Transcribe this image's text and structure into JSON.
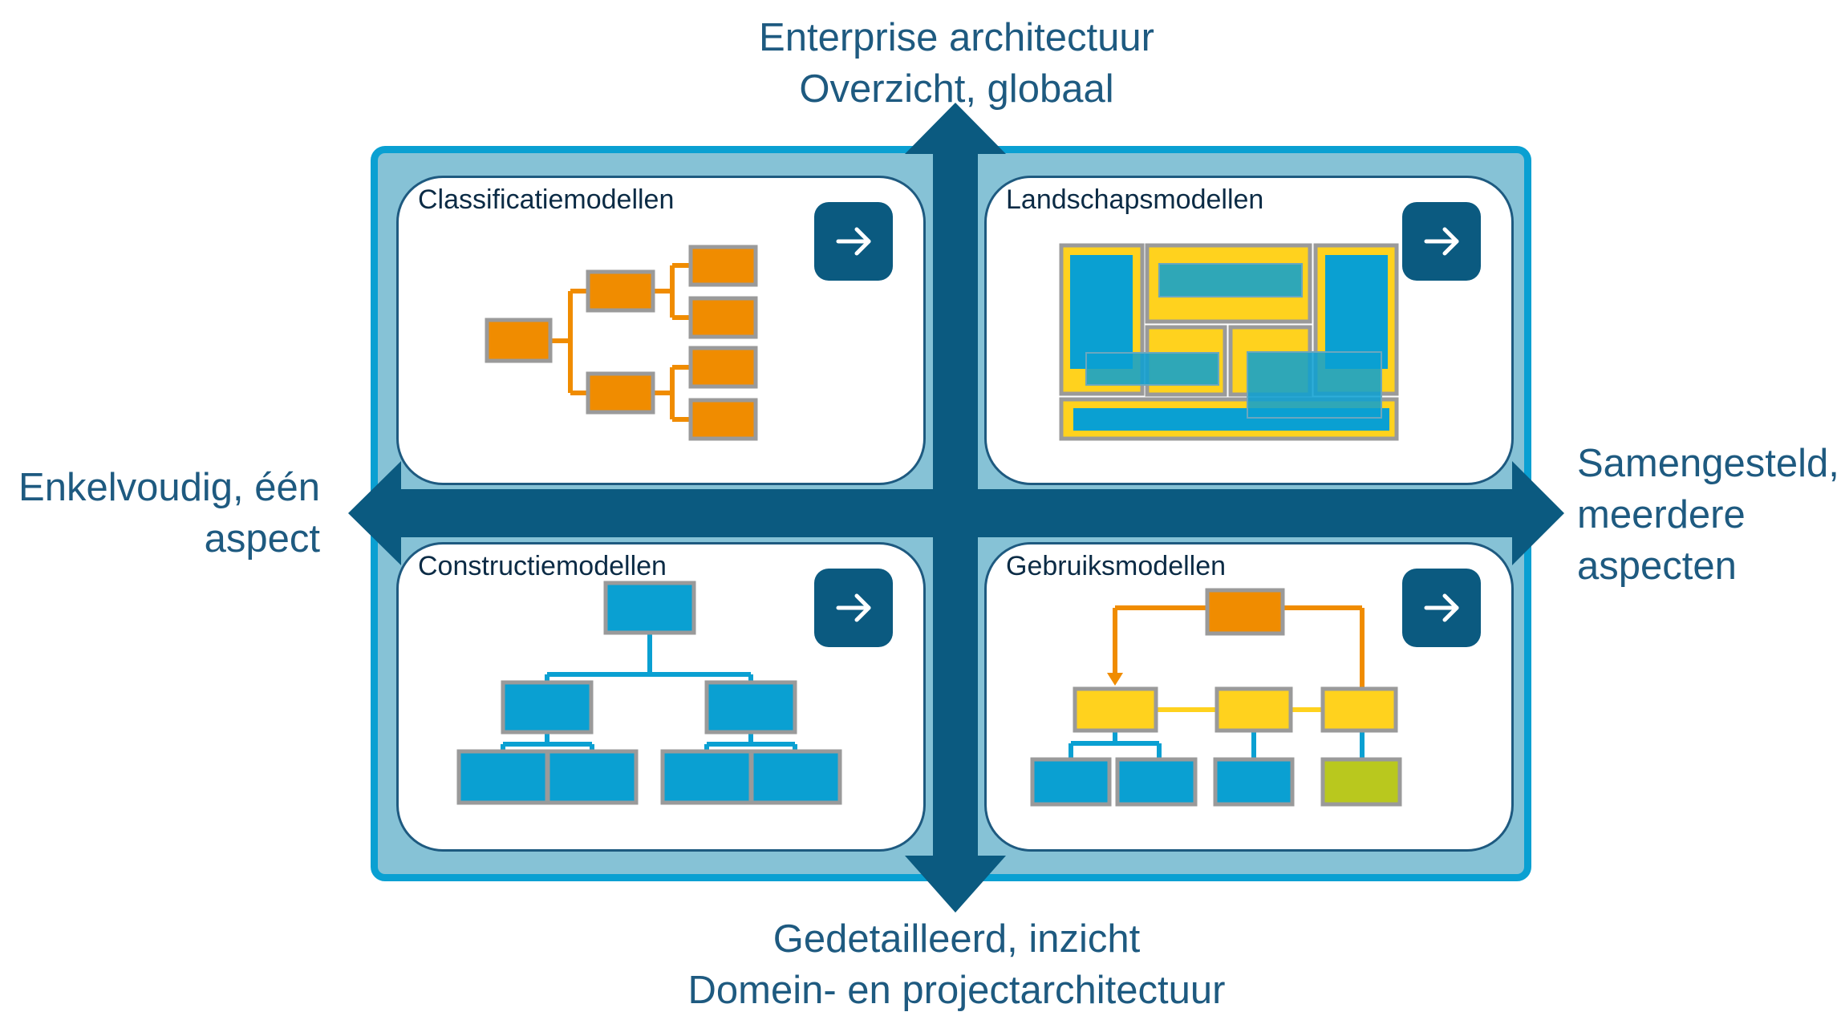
{
  "axes": {
    "top": {
      "line1": "Enterprise architectuur",
      "line2": "Overzicht, globaal"
    },
    "bottom": {
      "line1": "Gedetailleerd, inzicht",
      "line2": "Domein- en projectarchitectuur"
    },
    "left": {
      "line1": "Enkelvoudig, één",
      "line2": "aspect"
    },
    "right": {
      "line1": "Samengesteld,",
      "line2": "meerdere",
      "line3": "aspecten"
    }
  },
  "quadrants": {
    "top_left": {
      "title": "Classificatiemodellen",
      "button_icon": "arrow-right-icon"
    },
    "top_right": {
      "title": "Landschapsmodellen",
      "button_icon": "arrow-right-icon"
    },
    "bottom_left": {
      "title": "Constructiemodellen",
      "button_icon": "arrow-right-icon"
    },
    "bottom_right": {
      "title": "Gebruiksmodellen",
      "button_icon": "arrow-right-icon"
    }
  },
  "colors": {
    "axis_arrow": "#0b5a80",
    "frame_fill": "#86c2d6",
    "frame_border": "#0aa0d2",
    "label_text": "#1e5a80",
    "node_orange": "#f08c00",
    "node_blue": "#0aa0d2",
    "node_yellow": "#ffd21e",
    "node_green": "#b9c81e",
    "node_border": "#9a9a9a"
  }
}
